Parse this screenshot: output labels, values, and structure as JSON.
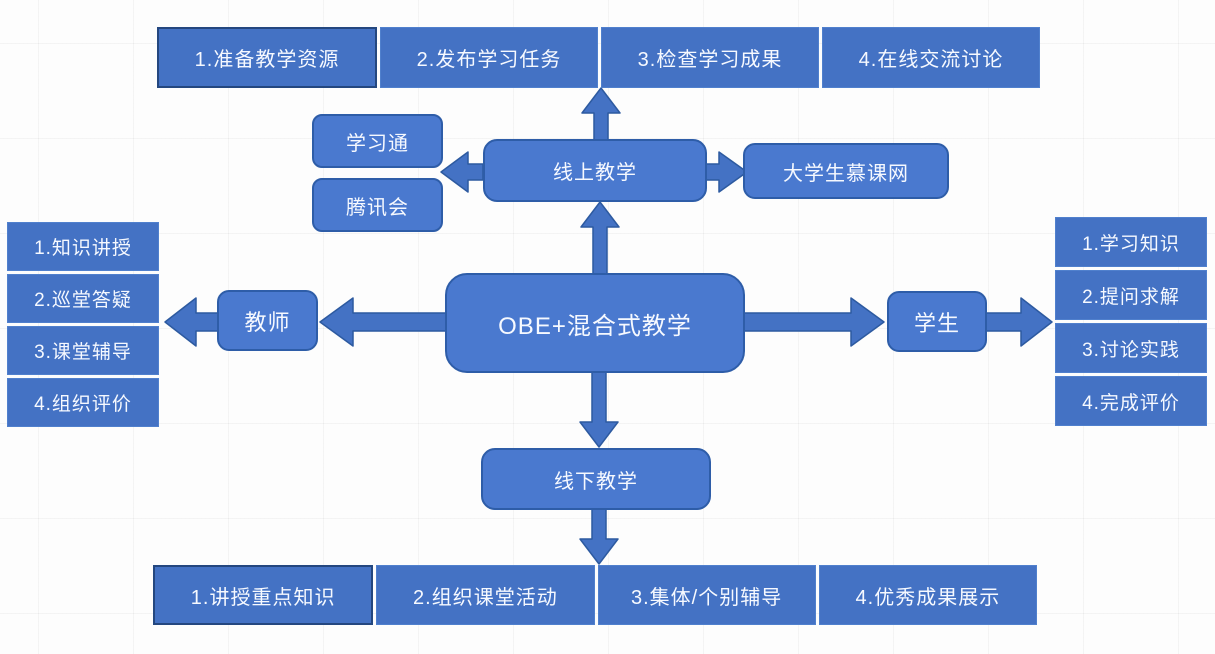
{
  "colors": {
    "box_fill": "#4472C4",
    "rounded_fill": "#4A79CF",
    "border": "#2E5DA8",
    "selected_border": "#24477F",
    "text": "#F6F9FF",
    "background": "#FDFDFD"
  },
  "center": {
    "label": "OBE+混合式教学"
  },
  "online": {
    "label": "线上教学",
    "tools": [
      "学习通",
      "腾讯会"
    ],
    "platform": "大学生慕课网",
    "steps": [
      "1.准备教学资源",
      "2.发布学习任务",
      "3.检查学习成果",
      "4.在线交流讨论"
    ]
  },
  "offline": {
    "label": "线下教学",
    "steps": [
      "1.讲授重点知识",
      "2.组织课堂活动",
      "3.集体/个别辅导",
      "4.优秀成果展示"
    ]
  },
  "teacher": {
    "label": "教师",
    "duties": [
      "1.知识讲授",
      "2.巡堂答疑",
      "3.课堂辅导",
      "4.组织评价"
    ]
  },
  "student": {
    "label": "学生",
    "duties": [
      "1.学习知识",
      "2.提问求解",
      "3.讨论实践",
      "4.完成评价"
    ]
  }
}
